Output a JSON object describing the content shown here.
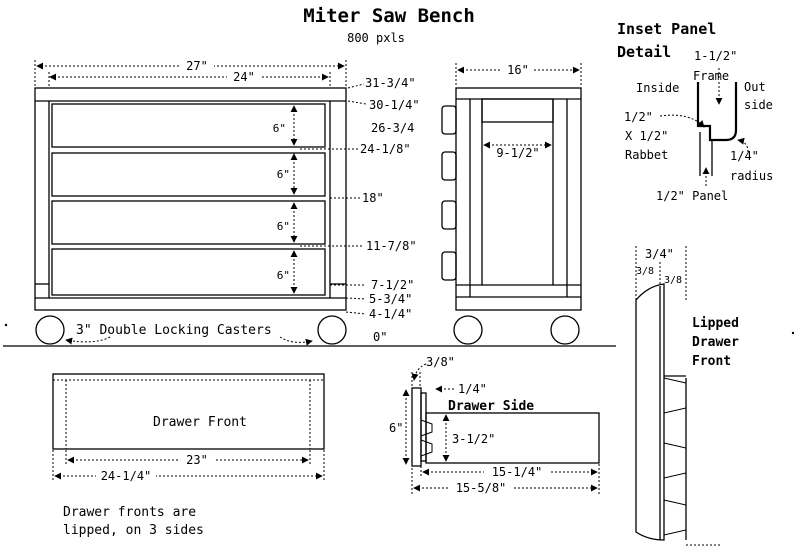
{
  "title": "Miter Saw Bench",
  "subtitle": "800 pxls",
  "front_view": {
    "width_outer": "27\"",
    "width_inner": "24\"",
    "heights": [
      "31-3/4\"",
      "30-1/4\"",
      "26-3/4",
      "24-1/8\"",
      "18\"",
      "11-7/8\"",
      "7-1/2\"",
      "5-3/4\"",
      "4-1/4\"",
      "0\""
    ],
    "drawer_heights": [
      "6\"",
      "6\"",
      "6\"",
      "6\""
    ],
    "casters_label": "3\" Double Locking Casters"
  },
  "side_view": {
    "depth": "16\"",
    "inner": "9-1/2\""
  },
  "inset_panel": {
    "title_line1": "Inset Panel",
    "title_line2": "Detail",
    "frame_size": "1-1/2\"",
    "frame_word": "Frame",
    "inside": "Inside",
    "out_line1": "Out",
    "out_line2": "side",
    "rabbet_size": "1/2\"",
    "rabbet_x": "X 1/2\"",
    "rabbet_word": "Rabbet",
    "radius_size": "1/4\"",
    "radius_word": "radius",
    "panel": "1/2\" Panel"
  },
  "drawer_front": {
    "label": "Drawer Front",
    "inner_width": "23\"",
    "outer_width": "24-1/4\"",
    "note_line1": "Drawer fronts are",
    "note_line2": "lipped, on 3 sides"
  },
  "drawer_side": {
    "label": "Drawer Side",
    "front_thickness": "3/8\"",
    "lip": "1/4\"",
    "height": "6\"",
    "inner_height": "3-1/2\"",
    "inner_length": "15-1/4\"",
    "outer_length": "15-5/8\""
  },
  "lipped_front": {
    "thickness": "3/4\"",
    "left": "3/8",
    "right": "3/8",
    "title_line1": "Lipped",
    "title_line2": "Drawer",
    "title_line3": "Front"
  }
}
